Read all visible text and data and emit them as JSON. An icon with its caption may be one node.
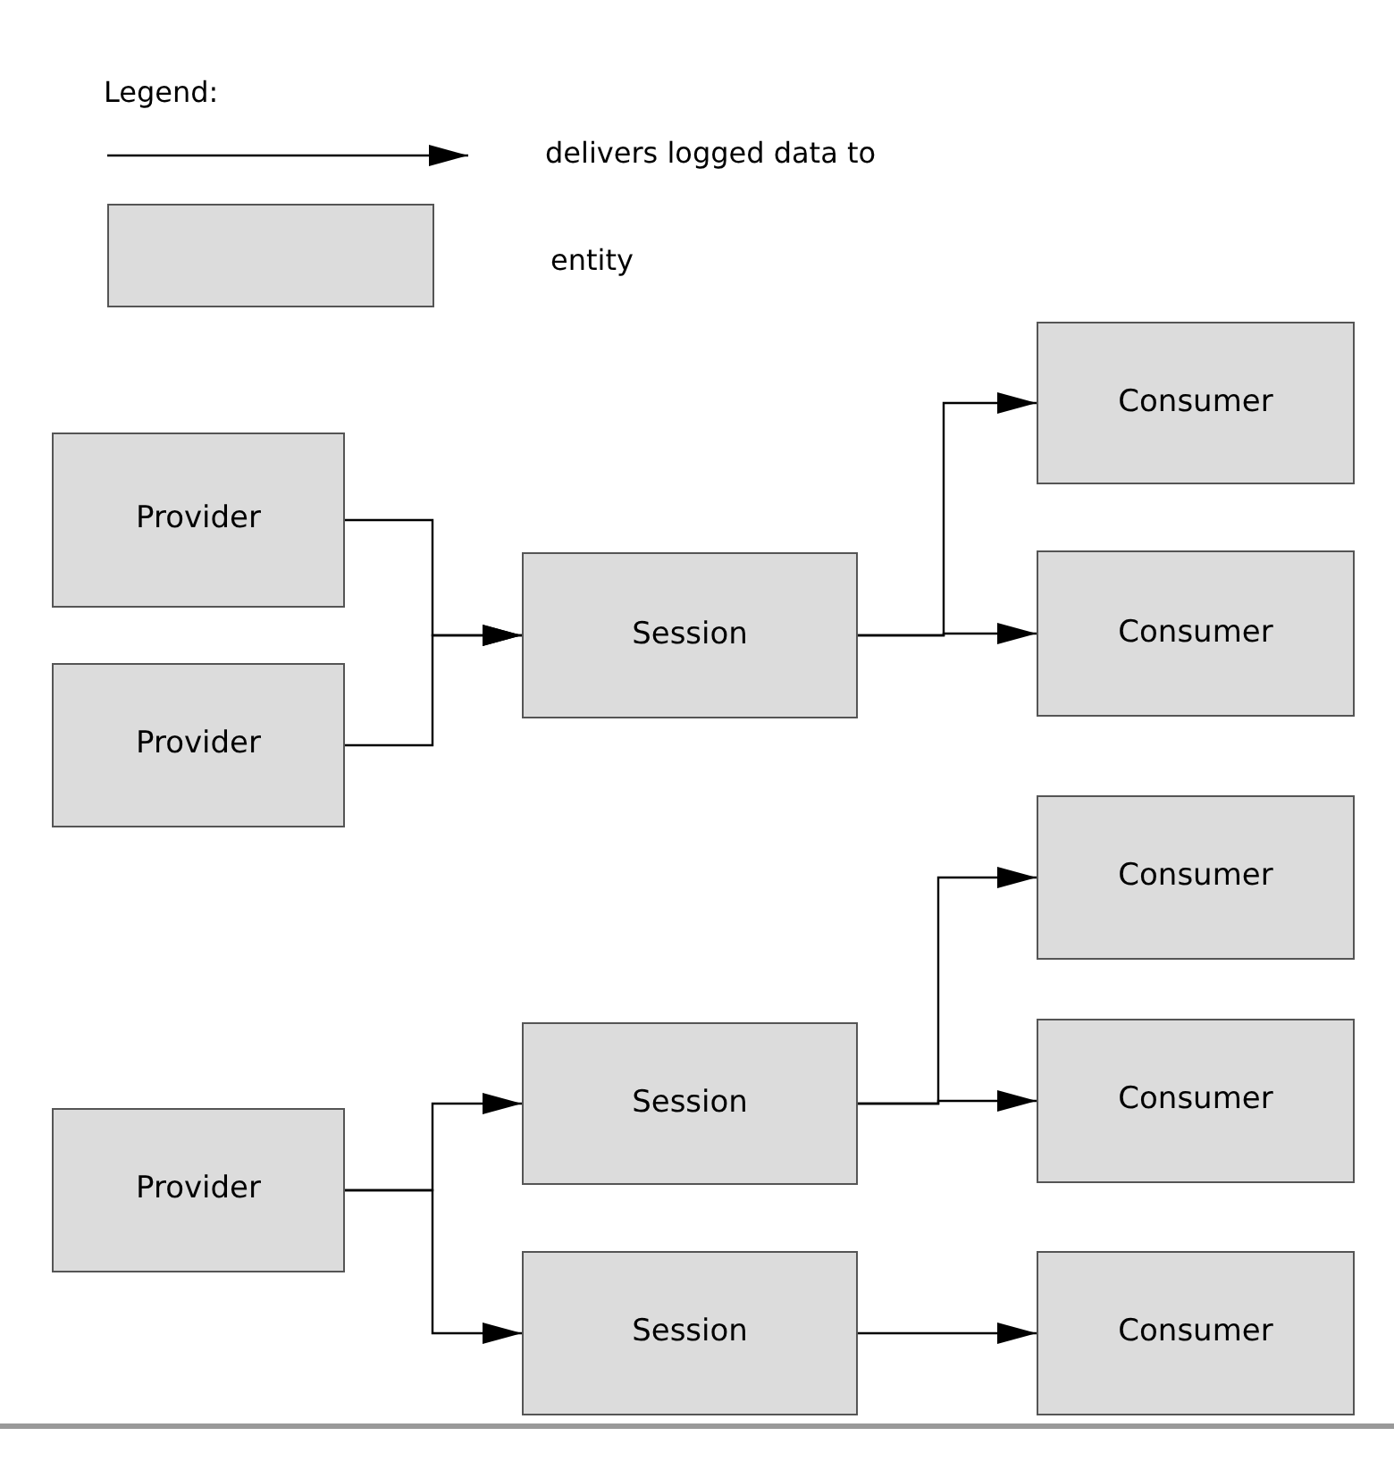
{
  "diagram": {
    "nodes": [
      {
        "text": [
          "Provider"
        ]
      },
      {
        "text": [
          "Provider"
        ]
      },
      {
        "text": [
          "Session"
        ]
      },
      {
        "text": [
          "Consumer"
        ]
      },
      {
        "text": [
          "Consumer"
        ]
      },
      {
        "text": [
          "Consumer"
        ]
      },
      {
        "text": [
          "Session"
        ]
      },
      {
        "text": [
          "Consumer"
        ]
      },
      {
        "text": [
          "Provider"
        ]
      },
      {
        "text": [
          "Session"
        ]
      },
      {
        "text": [
          "Consumer"
        ]
      }
    ],
    "edges": [
      {
        "from": 0,
        "to": 2,
        "arrow": "to"
      },
      {
        "from": 1,
        "to": 2,
        "arrow": "to"
      },
      {
        "from": 2,
        "to": 3,
        "arrow": "to"
      },
      {
        "from": 2,
        "to": 4,
        "arrow": "to"
      },
      {
        "from": 6,
        "to": 5,
        "arrow": "to"
      },
      {
        "from": 6,
        "to": 7,
        "arrow": "to"
      },
      {
        "from": 8,
        "to": 6,
        "arrow": "to"
      },
      {
        "from": 8,
        "to": 9,
        "arrow": "to"
      },
      {
        "from": 9,
        "to": 10,
        "arrow": "to"
      }
    ],
    "labels": [
      "Legend:"
    ],
    "legend": [
      {
        "text": "delivers logged data to"
      },
      {
        "text": "entity",
        "color": "#dcdcdc"
      }
    ]
  }
}
